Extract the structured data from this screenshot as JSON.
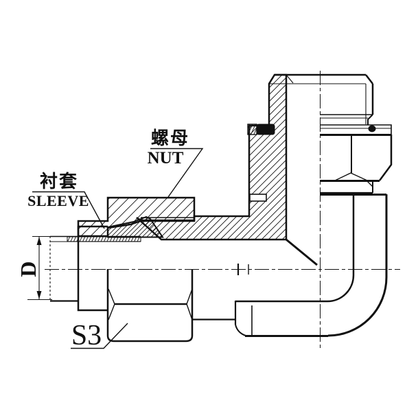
{
  "labels": {
    "nut_cn": "螺母",
    "nut_en": "NUT",
    "sleeve_cn": "衬套",
    "sleeve_en": "SLEEVE",
    "tube_diameter": "D",
    "wrench_size": "S3"
  },
  "colors": {
    "line": "#111111",
    "background": "#ffffff"
  }
}
